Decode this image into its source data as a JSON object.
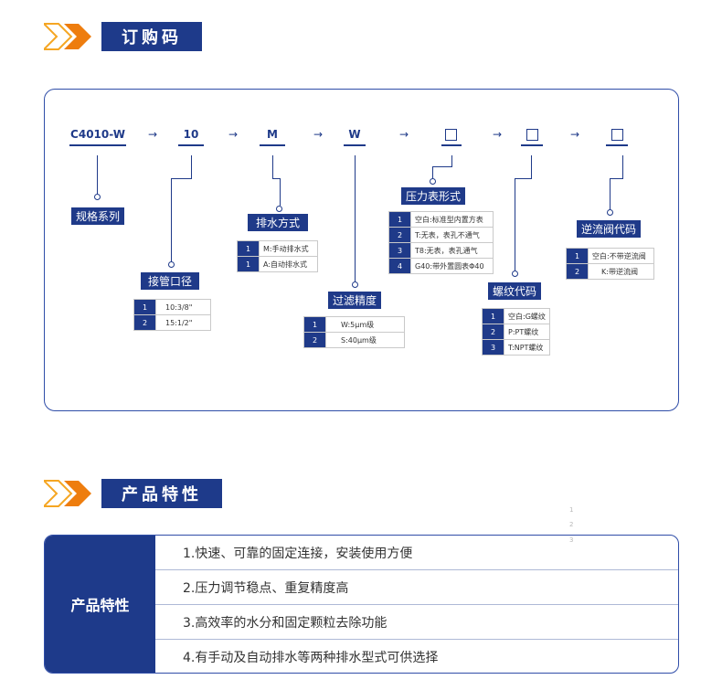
{
  "sections": {
    "order_code": "订购码",
    "features": "产品特性"
  },
  "codes": {
    "series": "C4010-W",
    "port": "10",
    "drain": "M",
    "filter": "W",
    "arrow": "→"
  },
  "labels": {
    "series": "规格系列",
    "port": "接管口径",
    "drain": "排水方式",
    "filter": "过滤精度",
    "gauge": "压力表形式",
    "thread": "螺纹代码",
    "check_valve": "逆流阀代码"
  },
  "options": {
    "port": [
      {
        "n": "1",
        "text": "10:3/8\""
      },
      {
        "n": "2",
        "text": "15:1/2\""
      }
    ],
    "drain": [
      {
        "n": "1",
        "text": "M:手动排水式"
      },
      {
        "n": "1",
        "text": "A:自动排水式"
      }
    ],
    "filter": [
      {
        "n": "1",
        "text": "W:5μm级"
      },
      {
        "n": "2",
        "text": "S:40μm级"
      }
    ],
    "gauge": [
      {
        "n": "1",
        "text": "空白:标准型内置方表"
      },
      {
        "n": "2",
        "text": "T:无表，表孔不通气"
      },
      {
        "n": "3",
        "text": "T8:无表，表孔通气"
      },
      {
        "n": "4",
        "text": "G40:带外置圆表Φ40"
      }
    ],
    "thread": [
      {
        "n": "1",
        "text": "空白:G螺纹"
      },
      {
        "n": "2",
        "text": "P:PT螺纹"
      },
      {
        "n": "3",
        "text": "T:NPT螺纹"
      }
    ],
    "check_valve": [
      {
        "n": "1",
        "text": "空白:不带逆流阀"
      },
      {
        "n": "2",
        "text": "K:带逆流阀"
      }
    ]
  },
  "small_numbers": [
    "1",
    "2",
    "3"
  ],
  "features": {
    "title": "产品特性",
    "items": [
      "1.快速、可靠的固定连接，安装使用方便",
      "2.压力调节稳点、重复精度高",
      "3.高效率的水分和固定颗粒去除功能",
      "4.有手动及自动排水等两种排水型式可供选择"
    ]
  },
  "colors": {
    "primary": "#1e3a8a",
    "chevron_light": "#f5a623",
    "chevron_dark": "#ee7d0e"
  }
}
